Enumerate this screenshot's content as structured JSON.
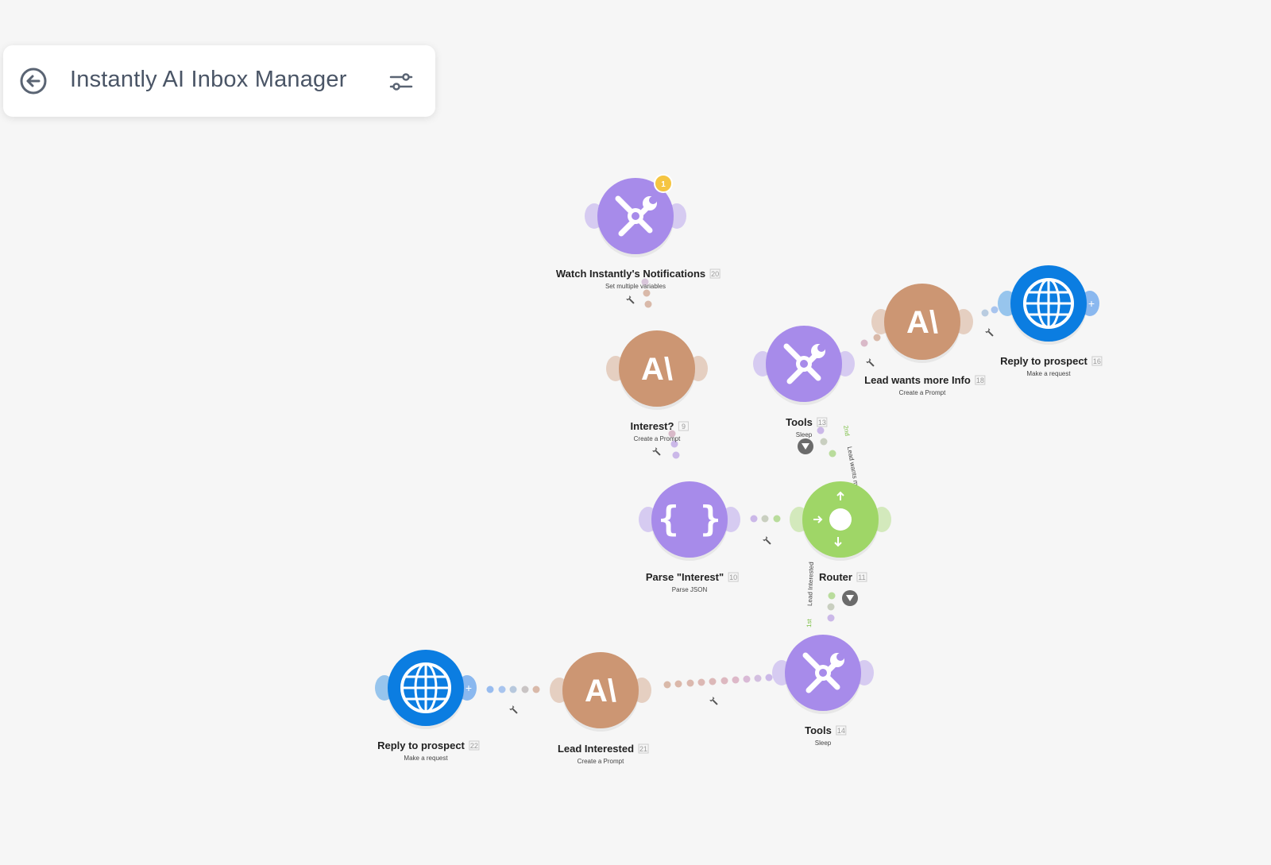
{
  "header": {
    "title": "Instantly AI Inbox Manager",
    "back_icon": "arrow-left-circle-icon",
    "settings_icon": "sliders-icon"
  },
  "colors": {
    "tools": "#a78bea",
    "anthropic": "#cc9673",
    "http": "#0b7de1",
    "json": "#a78bea",
    "router": "#9fd667",
    "badge": "#f5c542",
    "filter": "#6b6b6b"
  },
  "modules": [
    {
      "key": "watch",
      "name": "Watch Instantly's Notifications",
      "id": "20",
      "sub": "Set multiple variables",
      "type": "tools",
      "icon": "tools-icon",
      "badge": "1"
    },
    {
      "key": "interest",
      "name": "Interest?",
      "id": "9",
      "sub": "Create a Prompt",
      "type": "anthropic",
      "icon": "anthropic-icon"
    },
    {
      "key": "parse",
      "name": "Parse \"Interest\"",
      "id": "10",
      "sub": "Parse JSON",
      "type": "json",
      "icon": "json-braces-icon"
    },
    {
      "key": "router",
      "name": "Router",
      "id": "11",
      "sub": "",
      "type": "router",
      "icon": "router-icon"
    },
    {
      "key": "tools13",
      "name": "Tools",
      "id": "13",
      "sub": "Sleep",
      "type": "tools",
      "icon": "tools-icon"
    },
    {
      "key": "lead_info",
      "name": "Lead wants more Info",
      "id": "18",
      "sub": "Create a Prompt",
      "type": "anthropic",
      "icon": "anthropic-icon"
    },
    {
      "key": "reply16",
      "name": "Reply to prospect",
      "id": "16",
      "sub": "Make a request",
      "type": "http",
      "icon": "globe-icon"
    },
    {
      "key": "tools14",
      "name": "Tools",
      "id": "14",
      "sub": "Sleep",
      "type": "tools",
      "icon": "tools-icon"
    },
    {
      "key": "lead_int",
      "name": "Lead Interested",
      "id": "21",
      "sub": "Create a Prompt",
      "type": "anthropic",
      "icon": "anthropic-icon"
    },
    {
      "key": "reply22",
      "name": "Reply to prospect",
      "id": "22",
      "sub": "Make a request",
      "type": "http",
      "icon": "globe-icon"
    }
  ],
  "routes": [
    {
      "order": "2nd",
      "label": "Lead wants more info"
    },
    {
      "order": "1st",
      "label": "Lead Interested"
    }
  ]
}
